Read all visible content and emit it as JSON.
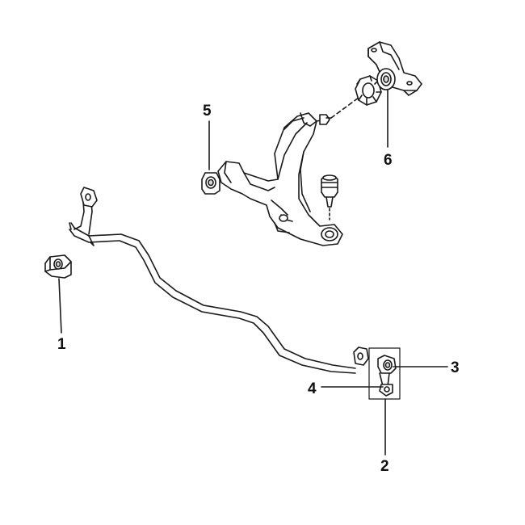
{
  "callouts": {
    "part_1": "1",
    "part_2": "2",
    "part_3": "3",
    "part_4": "4",
    "part_5": "5",
    "part_6": "6"
  },
  "colors": {
    "line": "#1a1a1a",
    "fill": "#ffffff",
    "shade": "#d9d9d9",
    "background": "#ffffff"
  }
}
